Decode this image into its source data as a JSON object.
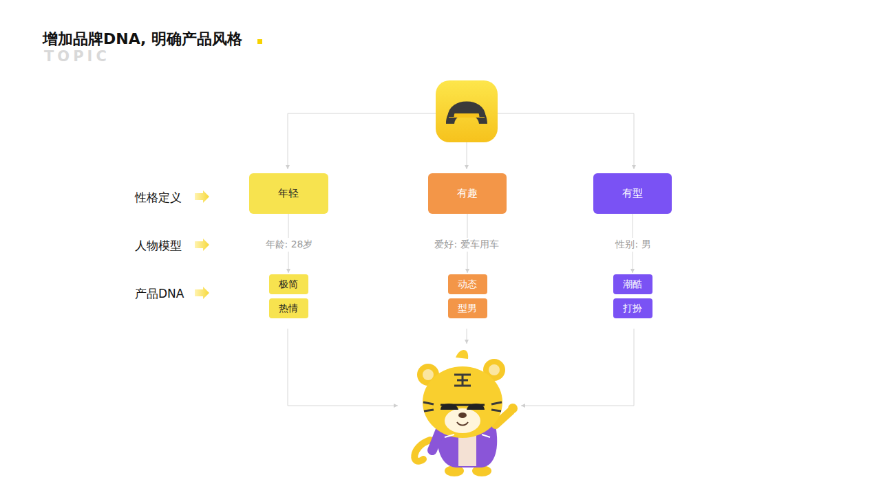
{
  "diagram": {
    "title": "增加品牌DNA, 明确产品风格",
    "nodes": [
      {
        "text": [
          "年轻"
        ]
      },
      {
        "text": [
          "有趣"
        ]
      },
      {
        "text": [
          "有型"
        ]
      },
      {
        "text": [
          "极简"
        ]
      },
      {
        "text": [
          "热情"
        ]
      },
      {
        "text": [
          "动态"
        ]
      },
      {
        "text": [
          "型男"
        ]
      },
      {
        "text": [
          "潮酷"
        ]
      },
      {
        "text": [
          "打扮"
        ]
      }
    ],
    "edges": [
      {
        "from": 0,
        "to": 3,
        "arrow": "to"
      },
      {
        "from": 1,
        "to": 5,
        "arrow": "to"
      },
      {
        "from": 2,
        "to": 7,
        "arrow": "to"
      }
    ],
    "labels": [
      "TOPIC",
      "性格定义",
      "人物模型",
      "产品DNA",
      "年龄: 28岁",
      "爱好: 爱车用车",
      "性别: 男"
    ]
  }
}
